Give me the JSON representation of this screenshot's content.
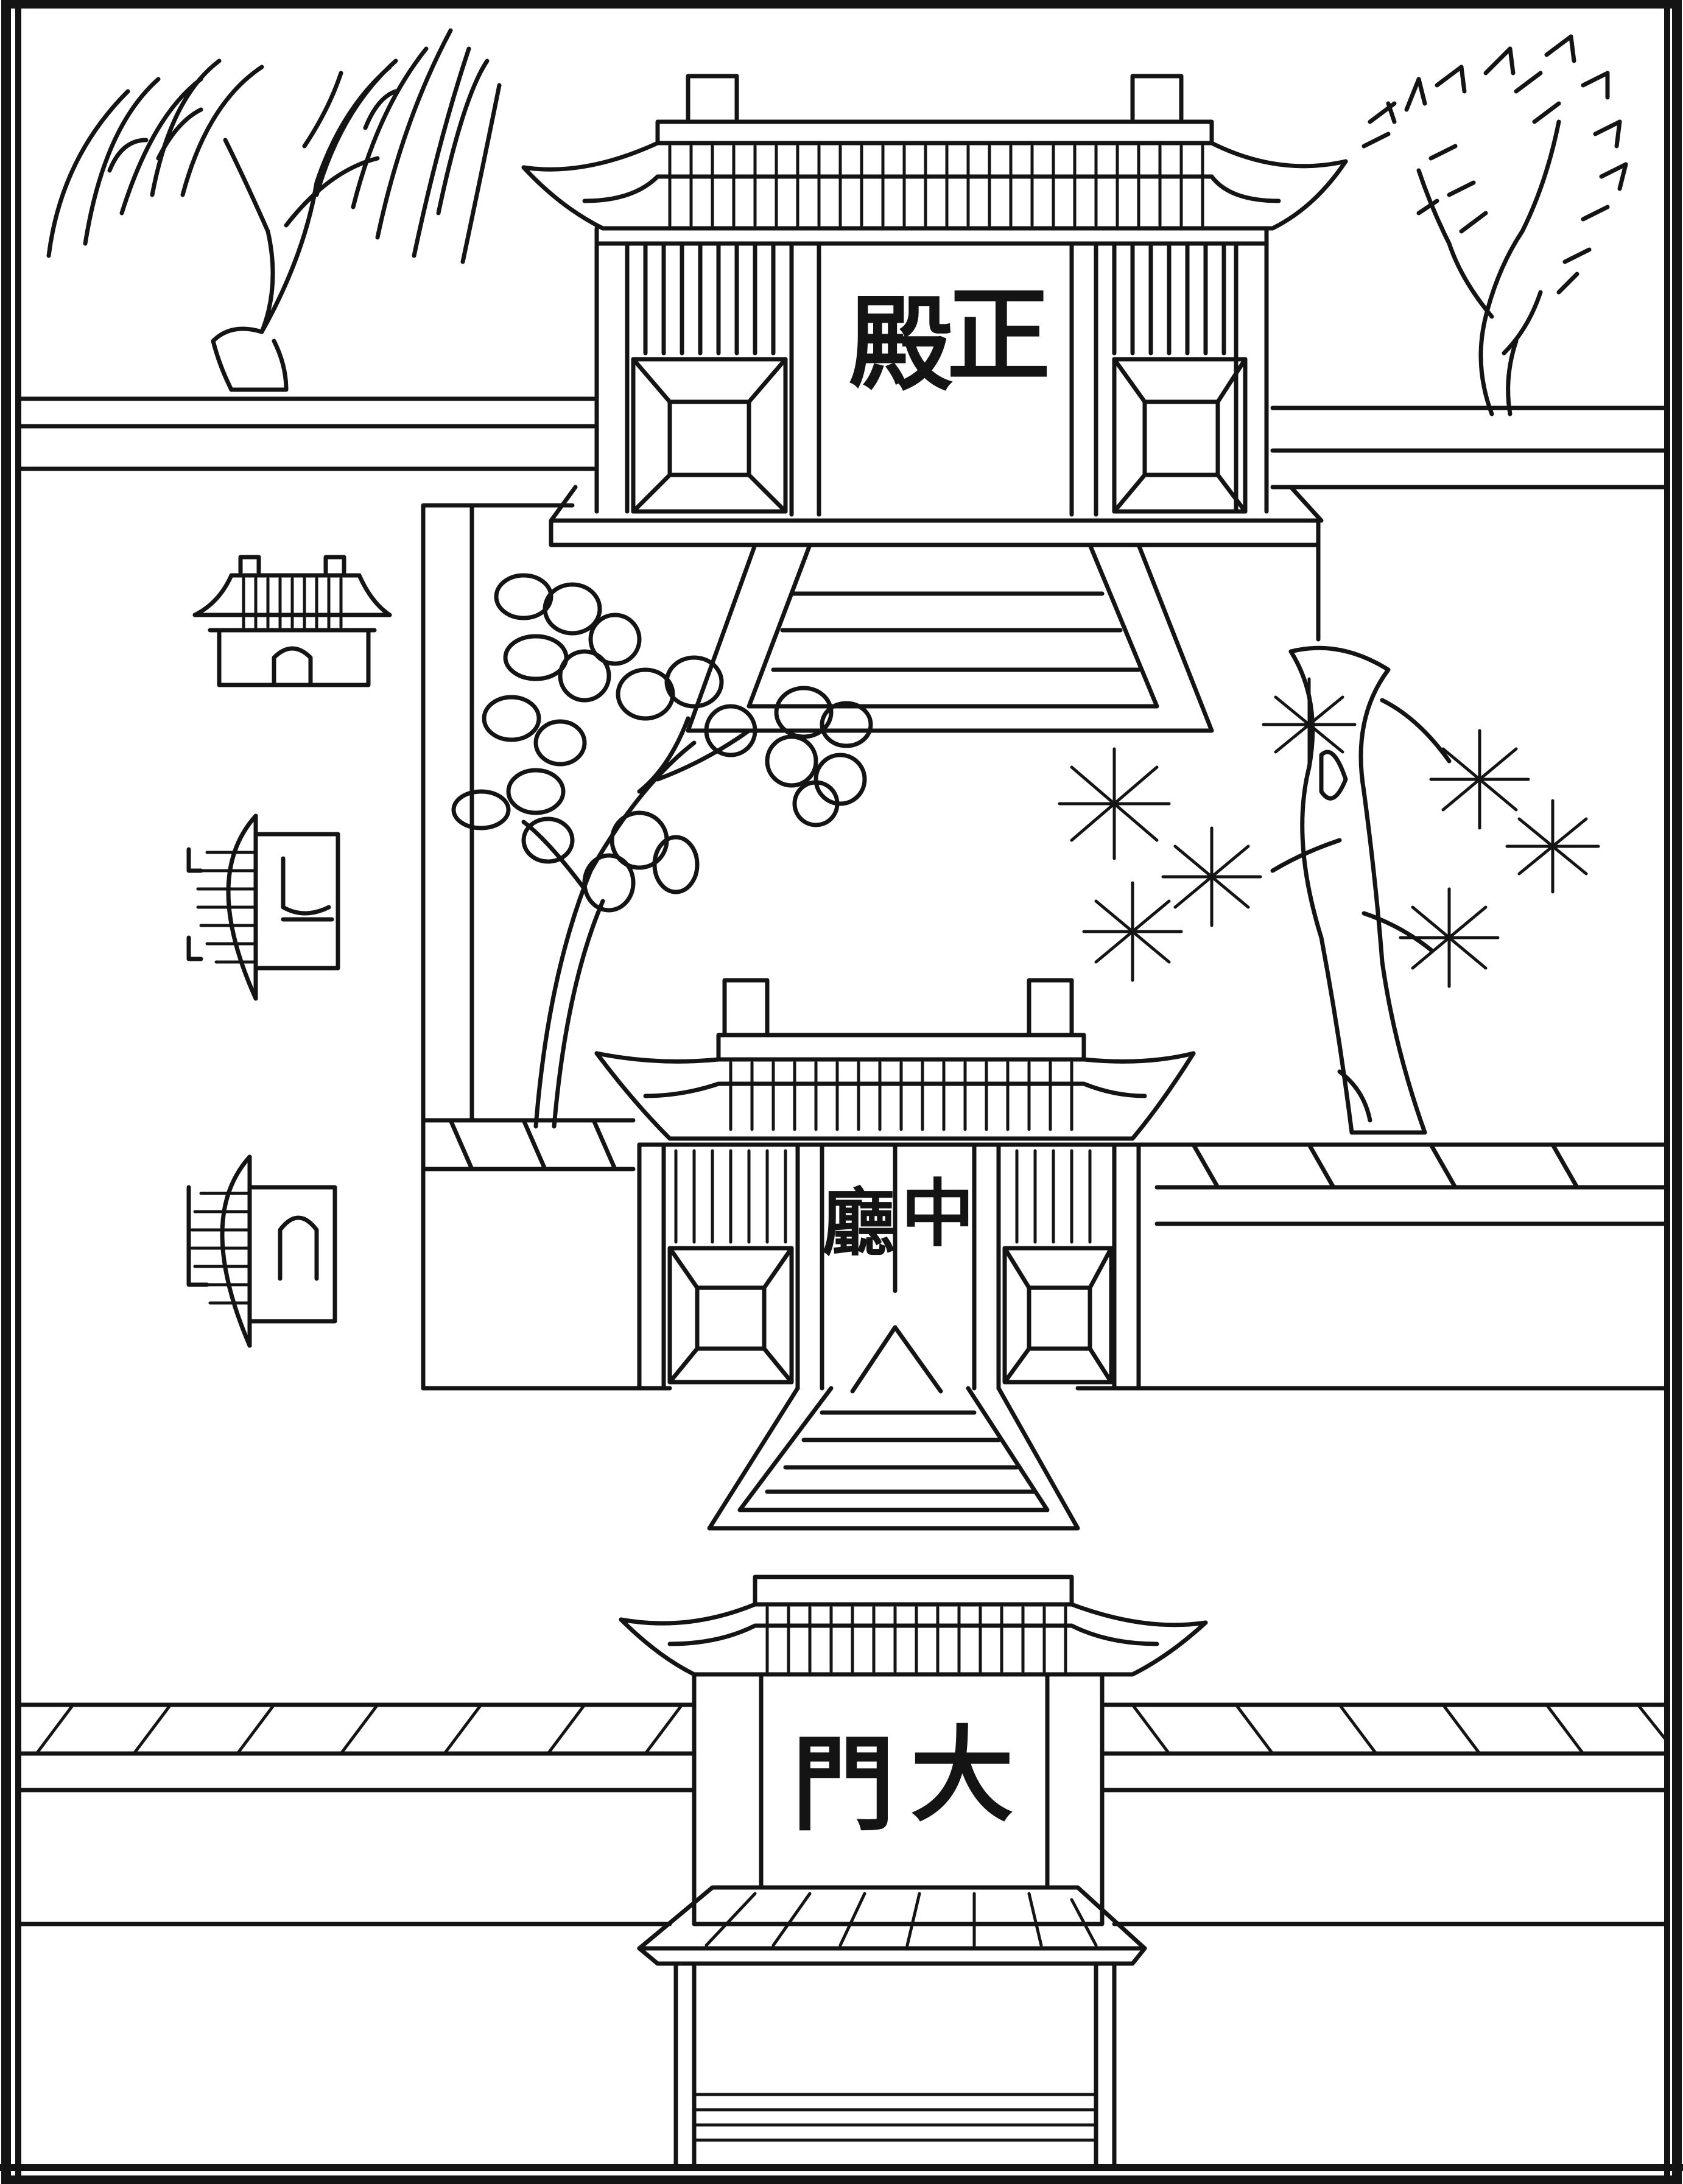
{
  "illustration": {
    "ink_color": "#141414",
    "paper_color": "#ffffff",
    "plaques": {
      "main_hall": [
        "正",
        "殿"
      ],
      "middle_hall": [
        "中",
        "廳"
      ],
      "main_gate": [
        "大",
        "門"
      ]
    }
  }
}
